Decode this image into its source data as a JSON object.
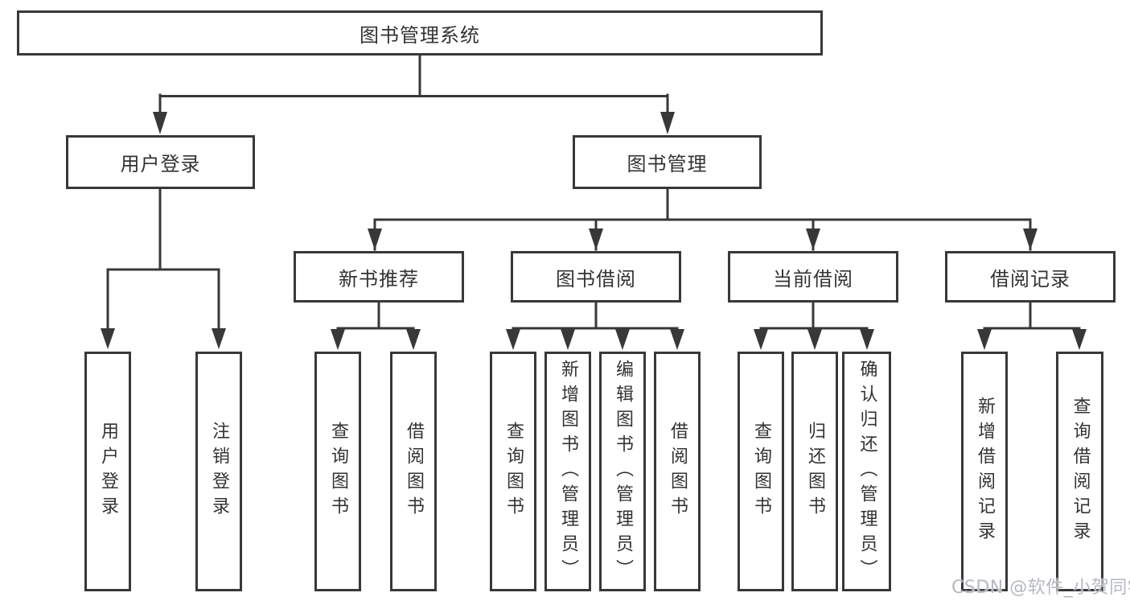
{
  "diagram": {
    "root": {
      "label": "图书管理系统"
    },
    "level2": [
      {
        "label": "用户登录"
      },
      {
        "label": "图书管理"
      }
    ],
    "level3": [
      {
        "label": "新书推荐"
      },
      {
        "label": "图书借阅"
      },
      {
        "label": "当前借阅"
      },
      {
        "label": "借阅记录"
      }
    ],
    "leaves": {
      "user_login": [
        {
          "label": "用户登录"
        },
        {
          "label": "注销登录"
        }
      ],
      "new_books": [
        {
          "label": "查询图书"
        },
        {
          "label": "借阅图书"
        }
      ],
      "book_borrow": [
        {
          "label": "查询图书"
        },
        {
          "label": "新增图书（管理员）"
        },
        {
          "label": "编辑图书（管理员）"
        },
        {
          "label": "借阅图书"
        }
      ],
      "current_borrow": [
        {
          "label": "查询图书"
        },
        {
          "label": "归还图书"
        },
        {
          "label": "确认归还（管理员）"
        }
      ],
      "borrow_records": [
        {
          "label": "新增借阅记录"
        },
        {
          "label": "查询借阅记录"
        }
      ]
    }
  },
  "watermark": {
    "text": "CSDN @软件_小贺同学"
  },
  "colors": {
    "line": "#383838",
    "text": "#333333",
    "background": "#ffffff",
    "watermark": "#b5b9c0"
  }
}
